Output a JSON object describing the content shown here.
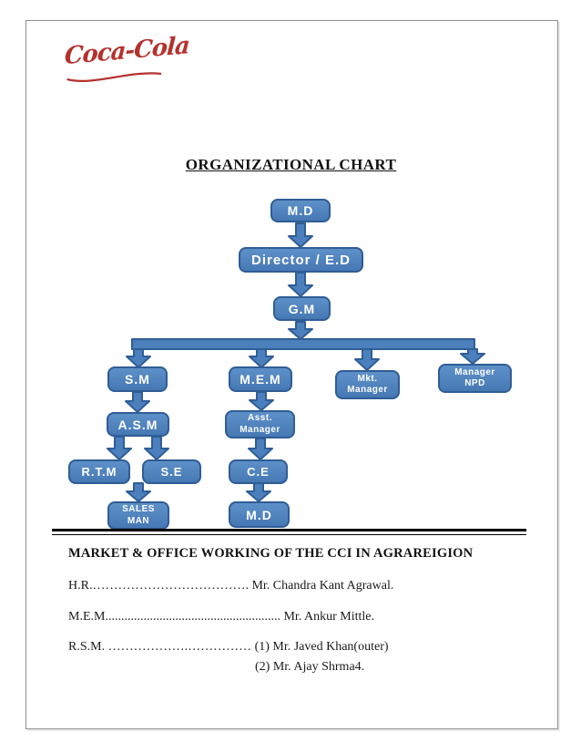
{
  "logo": {
    "text": "Coca-Cola"
  },
  "title": "ORGANIZATIONAL CHART",
  "colors": {
    "node_fill": "#4c80bd",
    "node_border": "#2f5d96",
    "logo_red": "#b5312d",
    "rule_black": "#000000"
  },
  "org_chart": {
    "nodes": {
      "md_top": {
        "label": "M.D"
      },
      "director": {
        "label": "Director / E.D"
      },
      "gm": {
        "label": "G.M"
      },
      "sm": {
        "label": "S.M"
      },
      "mem": {
        "label": "M.E.M"
      },
      "mkt_manager": {
        "line1": "Mkt.",
        "line2": "Manager"
      },
      "manager_npd": {
        "line1": "Manager",
        "line2": "NPD"
      },
      "asm": {
        "label": "A.S.M"
      },
      "asst_manager": {
        "line1": "Asst.",
        "line2": "Manager"
      },
      "rtm": {
        "label": "R.T.M"
      },
      "se": {
        "label": "S.E"
      },
      "ce": {
        "label": "C.E"
      },
      "sales_man": {
        "line1": "SALES",
        "line2": "MAN"
      },
      "md_bottom": {
        "label": "M.D"
      }
    }
  },
  "section": {
    "heading": "MARKET & OFFICE WORKING OF THE CCI IN AGRAREIGION",
    "lines": [
      "H.R.………………………………. Mr. Chandra Kant Agrawal.",
      "M.E.M....................................................... Mr. Ankur Mittle.",
      "R.S.M. ……………….…………… (1) Mr. Javed Khan(outer)",
      "(2) Mr. Ajay Shrma4."
    ]
  }
}
